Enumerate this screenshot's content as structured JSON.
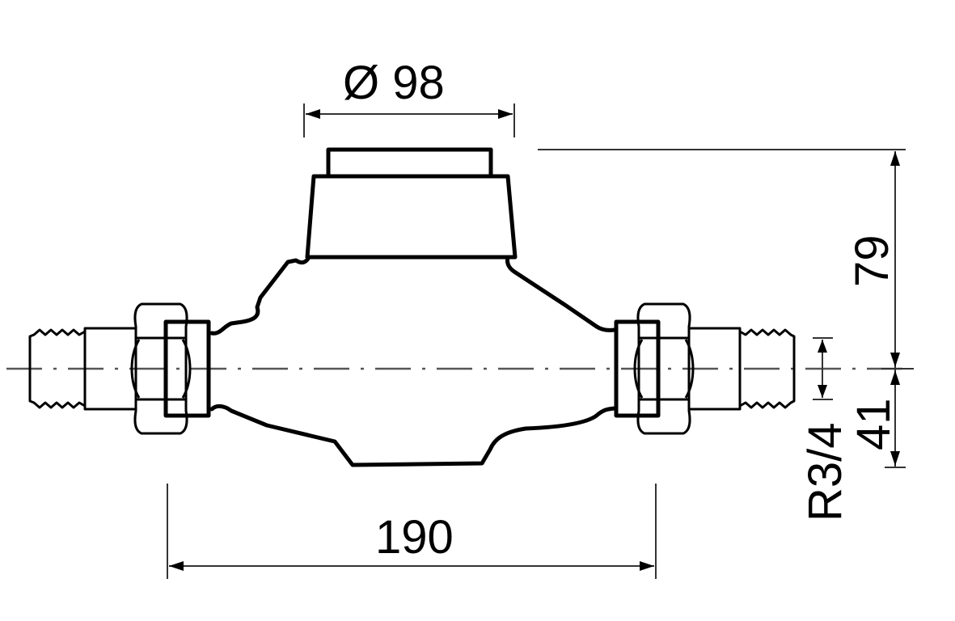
{
  "drawing": {
    "subject": "water-meter",
    "dimensions": {
      "top_diameter": {
        "symbol": "Ø",
        "value": "98",
        "label": "Ø 98"
      },
      "overall_length": {
        "value": "190",
        "label": "190"
      },
      "height_above_axis": {
        "value": "79",
        "label": "79"
      },
      "height_below_axis": {
        "value": "41",
        "label": "41"
      },
      "thread": {
        "value": "R3/4",
        "label": "R3/4"
      }
    },
    "colors": {
      "line": "#000000",
      "dimension_line": "#333333",
      "centerline": "#555555",
      "background": "#ffffff"
    }
  }
}
